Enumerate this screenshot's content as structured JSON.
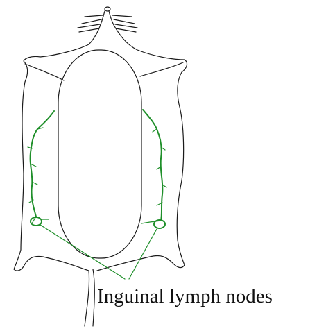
{
  "diagram": {
    "label": "Inguinal lymph nodes",
    "colors": {
      "outline": "#1a1a1a",
      "lymph": "#1f8f2a",
      "background": "#ffffff"
    },
    "icons": [
      "rat-body-outline",
      "abdominal-incision-oval",
      "lymph-vessel-left",
      "lymph-vessel-right",
      "lymph-node-left",
      "lymph-node-right"
    ]
  }
}
